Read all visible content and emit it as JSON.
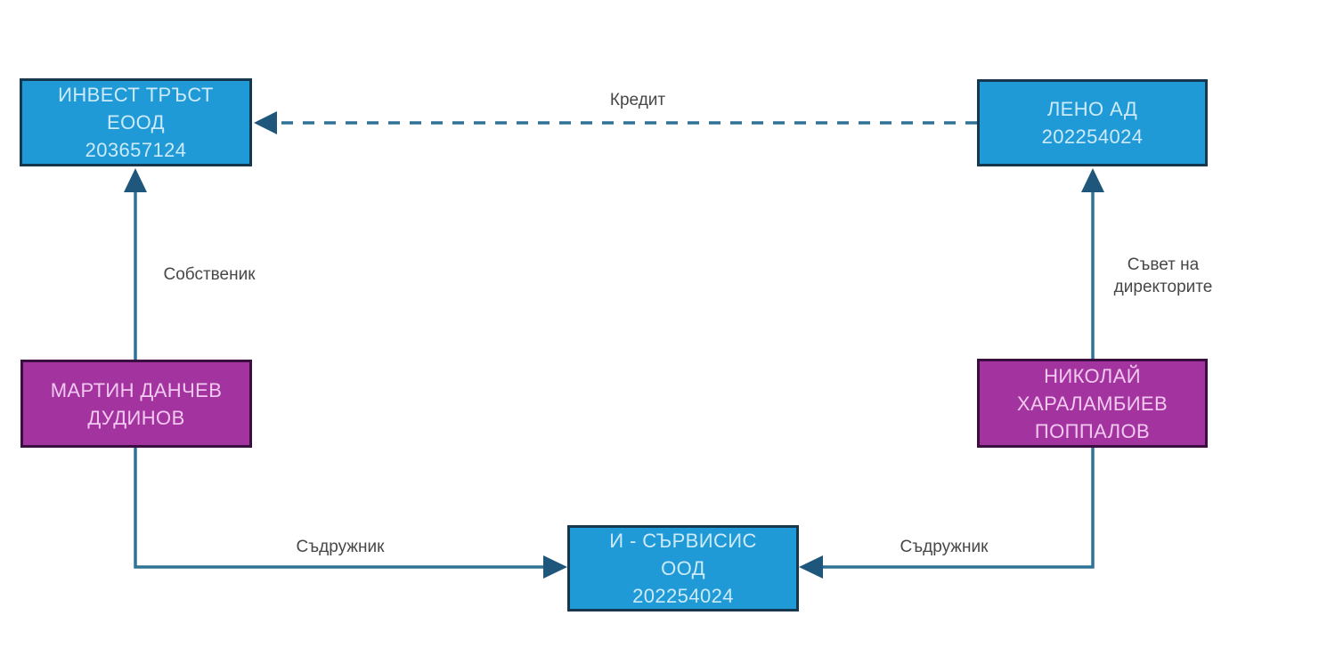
{
  "diagram": {
    "nodes": [
      {
        "id": "invest-trust-eood",
        "type": "company",
        "lines": [
          "ИНВЕСТ ТРЪСТ",
          "ЕООД",
          "203657124"
        ]
      },
      {
        "id": "leno-ad",
        "type": "company",
        "lines": [
          "ЛЕНО АД",
          "202254024"
        ]
      },
      {
        "id": "martin-danchev-dudinov",
        "type": "person",
        "lines": [
          "МАРТИН ДАНЧЕВ",
          "ДУДИНОВ"
        ]
      },
      {
        "id": "nikolay-haralambiev-poppalov",
        "type": "person",
        "lines": [
          "НИКОЛАЙ",
          "ХАРАЛАМБИЕВ",
          "ПОППАЛОВ"
        ]
      },
      {
        "id": "i-services-ood",
        "type": "company",
        "lines": [
          "И - СЪРВИСИС",
          "ООД",
          "202254024"
        ]
      }
    ],
    "edges": [
      {
        "from": "leno-ad",
        "to": "invest-trust-eood",
        "label": "Кредит",
        "style": "dashed"
      },
      {
        "from": "martin-danchev-dudinov",
        "to": "invest-trust-eood",
        "label": "Собственик",
        "style": "solid"
      },
      {
        "from": "nikolay-haralambiev-poppalov",
        "to": "leno-ad",
        "label": "Съвет на директорите",
        "style": "solid"
      },
      {
        "from": "martin-danchev-dudinov",
        "to": "i-services-ood",
        "label": "Съдружник",
        "style": "solid"
      },
      {
        "from": "nikolay-haralambiev-poppalov",
        "to": "i-services-ood",
        "label": "Съдружник",
        "style": "solid"
      }
    ],
    "colors": {
      "canvas": "#ffffff",
      "company-fill": "#1f9ad6",
      "company-border": "#16384f",
      "company-text": "#cdeafa",
      "person-fill": "#a3349f",
      "person-border": "#3a0e3f",
      "person-text": "#f2c9f0",
      "line": "#2e7295",
      "arrowhead": "#1f567c",
      "label-text": "#474747"
    }
  }
}
